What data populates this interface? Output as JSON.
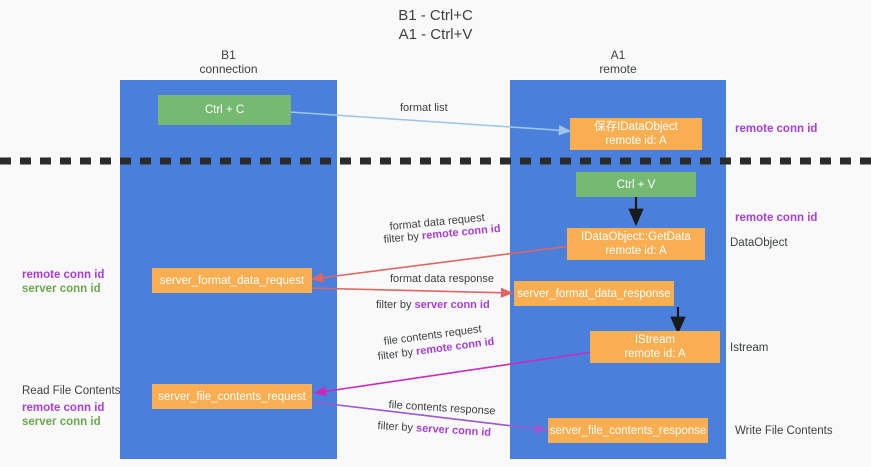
{
  "title": {
    "line1": "B1 - Ctrl+C",
    "line2": "A1 - Ctrl+V"
  },
  "lanes": [
    {
      "name": "B1",
      "subtitle": "connection"
    },
    {
      "name": "A1",
      "subtitle": "remote"
    }
  ],
  "nodes": {
    "ctrl_c": "Ctrl + C",
    "ctrl_v": "Ctrl + V",
    "save_dataobject_l1": "保存IDataObject",
    "save_dataobject_l2": "remote id: A",
    "getdata_l1": "IDataObject::GetData",
    "getdata_l2": "remote id: A",
    "istream_l1": "IStream",
    "istream_l2": "remote id: A",
    "server_format_data_request": "server_format_data_request",
    "server_format_data_response": "server_format_data_response",
    "server_file_contents_request": "server_file_contents_request",
    "server_file_contents_response": "server_file_contents_response"
  },
  "edges": {
    "format_list": "format list",
    "format_data_request": "format data request",
    "format_data_request_filter_prefix": "filter by ",
    "format_data_request_filter_key": "remote conn id",
    "format_data_response": "format data response",
    "format_data_response_filter_prefix": "filter by ",
    "format_data_response_filter_key": "server conn id",
    "file_contents_request": "file contents request",
    "file_contents_request_filter_prefix": "filter by ",
    "file_contents_request_filter_key": "remote conn id",
    "file_contents_response": "file contents response",
    "file_contents_response_filter_prefix": "filter by ",
    "file_contents_response_filter_key": "server conn id"
  },
  "annotations": {
    "right_remote_conn_id_top": "remote conn id",
    "right_remote_conn_id_mid": "remote conn id",
    "right_dataobject": "DataObject",
    "right_istream": "Istream",
    "right_write_file_contents": "Write File Contents",
    "left_remote_conn_id": "remote conn id",
    "left_server_conn_id": "server conn id",
    "left_read_file_contents": "Read File Contents",
    "left_remote_conn_id_2": "remote conn id",
    "left_server_conn_id_2": "server conn id"
  },
  "colors": {
    "lane": "#4a80db",
    "green_node": "#76ba72",
    "orange_node": "#f9ae52",
    "purple_text": "#a63fd9",
    "green_text": "#6aa84f",
    "arrow_blue": "#9fc5e8",
    "arrow_red": "#e06666",
    "arrow_magenta": "#c82bbb",
    "arrow_violet": "#9b59d0",
    "arrow_black": "#1a1a1a",
    "divider": "#2b2b2b",
    "background": "#f9f9f9"
  }
}
